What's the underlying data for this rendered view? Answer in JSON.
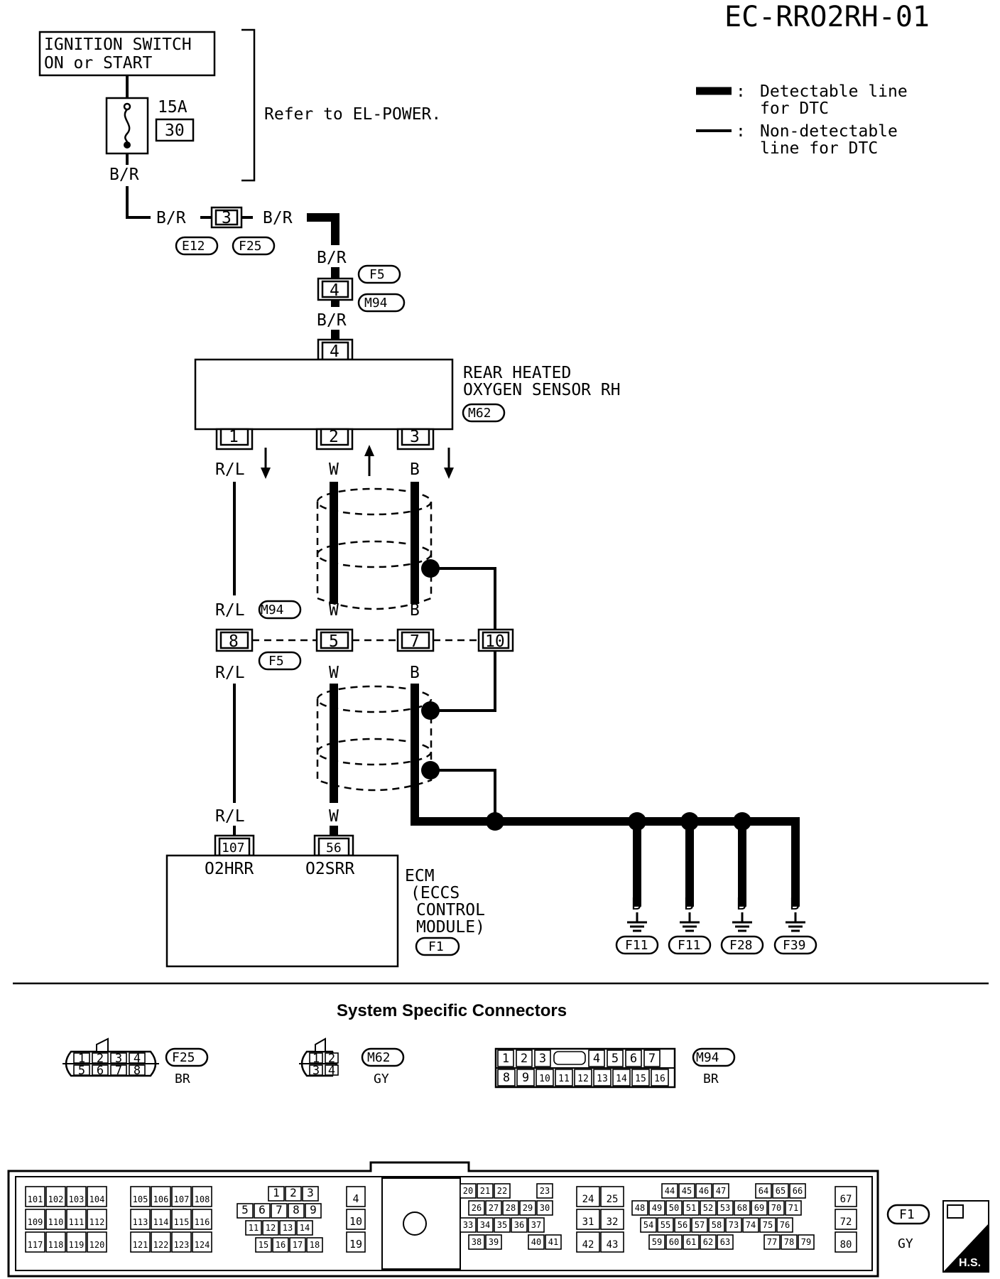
{
  "diagram_id": "EC-RRO2RH-01",
  "legend": {
    "detectable_1": "Detectable line",
    "detectable_2": "for DTC",
    "nondetectable_1": "Non-detectable",
    "nondetectable_2": "line for DTC",
    "colon": ":"
  },
  "power": {
    "switch_1": "IGNITION SWITCH",
    "switch_2": "ON or START",
    "fuse_amp": "15A",
    "fuse_no": "30",
    "refer": "Refer to EL-POWER."
  },
  "wires": {
    "br": "B/R",
    "rl": "R/L",
    "w": "W",
    "b": "B"
  },
  "connectors": {
    "e12": "E12",
    "f25": "F25",
    "f5": "F5",
    "m94": "M94",
    "m62": "M62",
    "f1": "F1",
    "f11": "F11",
    "f28": "F28",
    "f39": "F39",
    "pin3": "3",
    "pin4": "4",
    "pin1": "1",
    "pin2": "2",
    "pin8": "8",
    "pin5": "5",
    "pin7": "7",
    "pin10": "10",
    "pin107": "107",
    "pin56": "56"
  },
  "sensor": {
    "name_1": "REAR HEATED",
    "name_2": "OXYGEN SENSOR RH"
  },
  "ecm": {
    "term_1": "O2HRR",
    "term_2": "O2SRR",
    "name_1": "ECM",
    "name_2": "(ECCS",
    "name_3": "CONTROL",
    "name_4": "MODULE)"
  },
  "section_title": "System Specific Connectors",
  "specific_connectors": {
    "f25_color": "BR",
    "m62_color": "GY",
    "m94_color": "BR",
    "f1_color": "GY",
    "hs": "H.S."
  }
}
